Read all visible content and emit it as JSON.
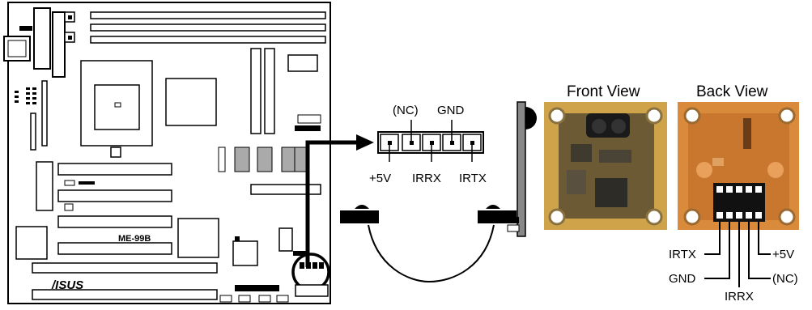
{
  "board": {
    "model_label": "ME-99B",
    "brand_logo": "/ISUS"
  },
  "header_top_labels": {
    "nc": "(NC)",
    "gnd": "GND"
  },
  "header_bottom_labels": {
    "v5": "+5V",
    "irrx": "IRRX",
    "irtx": "IRTX"
  },
  "views": {
    "front": "Front View",
    "back": "Back View"
  },
  "back_pin_labels": {
    "irtx": "IRTX",
    "v5": "+5V",
    "gnd": "GND",
    "nc": "(NC)",
    "irrx": "IRRX"
  }
}
